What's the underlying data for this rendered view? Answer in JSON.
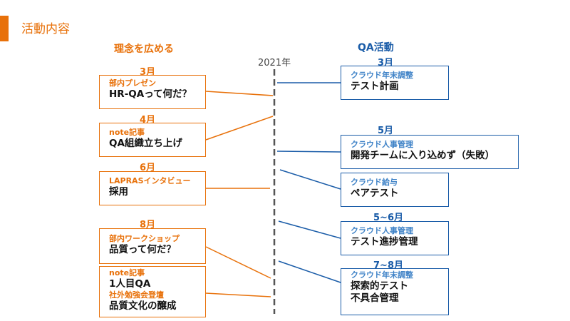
{
  "slide_title": "活動内容",
  "left_heading": "理念を広める",
  "right_heading": "QA活動",
  "timeline": {
    "year": "2021年"
  },
  "left_items": [
    {
      "month": "3月",
      "category": "部内プレゼン",
      "lines": [
        "HR-QAって何だ？"
      ]
    },
    {
      "month": "4月",
      "category": "note記事",
      "lines": [
        "QA組織立ち上げ"
      ]
    },
    {
      "month": "6月",
      "category": "LAPRASインタビュー",
      "lines": [
        "採用"
      ]
    },
    {
      "month": "8月",
      "category": "部内ワークショップ",
      "lines": [
        "品質って何だ？"
      ]
    },
    {
      "month": "",
      "category": "note記事",
      "lines": [
        "1人目QA"
      ],
      "category2": "社外勉強会登壇",
      "lines2": [
        "品質文化の醸成"
      ]
    }
  ],
  "right_items": [
    {
      "month": "3月",
      "category": "クラウド年末調整",
      "lines": [
        "テスト計画"
      ]
    },
    {
      "month": "5月",
      "category": "クラウド人事管理",
      "lines": [
        "開発チームに入り込めず（失敗）"
      ]
    },
    {
      "month": "",
      "category": "クラウド給与",
      "lines": [
        "ペアテスト"
      ]
    },
    {
      "month": "5~6月",
      "category": "クラウド人事管理",
      "lines": [
        "テスト進捗管理"
      ]
    },
    {
      "month": "7~8月",
      "category": "クラウド年末調整",
      "lines": [
        "探索的テスト",
        "不具合管理"
      ]
    }
  ],
  "colors": {
    "accent_orange": "#E8710A",
    "accent_blue": "#1A5CA8",
    "category_blue": "#3E82C7",
    "timeline": "#555555"
  }
}
